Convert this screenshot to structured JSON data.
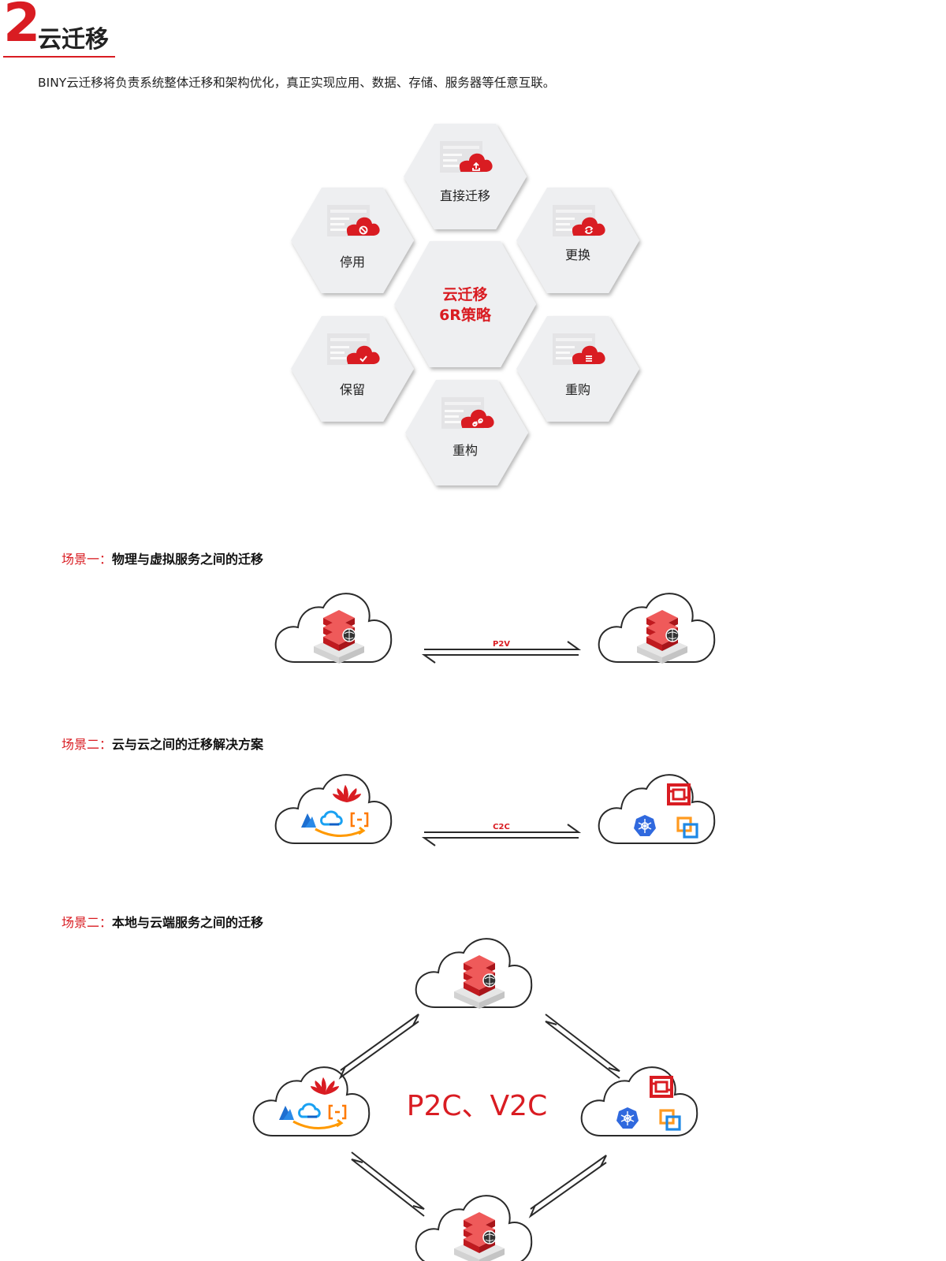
{
  "section": {
    "number": "2",
    "title": "云迁移",
    "intro": "BINY云迁移将负责系统整体迁移和架构优化，真正实现应用、数据、存储、服务器等任意互联。"
  },
  "strategy": {
    "center_line1": "云迁移",
    "center_line2": "6R策略",
    "items": [
      {
        "label": "直接迁移",
        "icon": "upload-icon"
      },
      {
        "label": "更换",
        "icon": "refresh-icon"
      },
      {
        "label": "重购",
        "icon": "list-icon"
      },
      {
        "label": "重构",
        "icon": "link-icon"
      },
      {
        "label": "保留",
        "icon": "check-icon"
      },
      {
        "label": "停用",
        "icon": "ban-icon"
      }
    ]
  },
  "scenes": [
    {
      "prefix": "场景一：",
      "label": "物理与虚拟服务之间的迁移",
      "arrow_label": "P2V"
    },
    {
      "prefix": "场景二：",
      "label": "云与云之间的迁移解决方案",
      "arrow_label": "C2C"
    },
    {
      "prefix": "场景二：",
      "label": "本地与云端服务之间的迁移",
      "center_label": "P2C、V2C"
    }
  ],
  "colors": {
    "accent": "#d91c22",
    "hexagon": "#eeeff1",
    "text": "#222222"
  }
}
